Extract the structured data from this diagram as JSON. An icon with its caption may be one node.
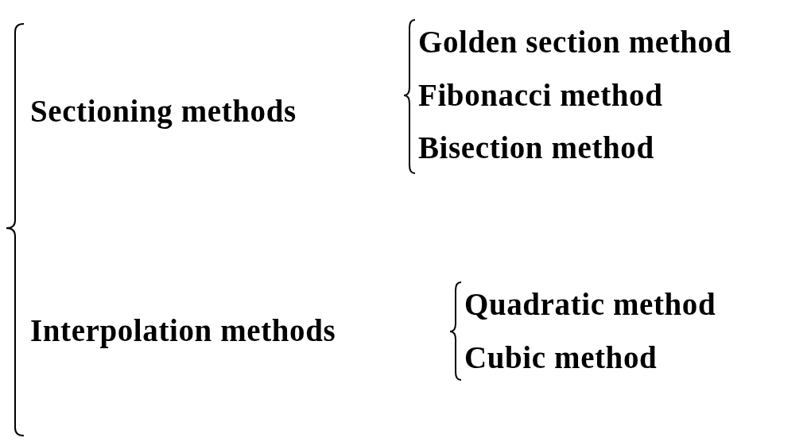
{
  "diagram": {
    "labels": [
      "Sectioning methods",
      "Golden section method",
      "Fibonacci method",
      "Bisection method",
      "Interpolation methods",
      "Quadratic method",
      "Cubic method"
    ]
  }
}
